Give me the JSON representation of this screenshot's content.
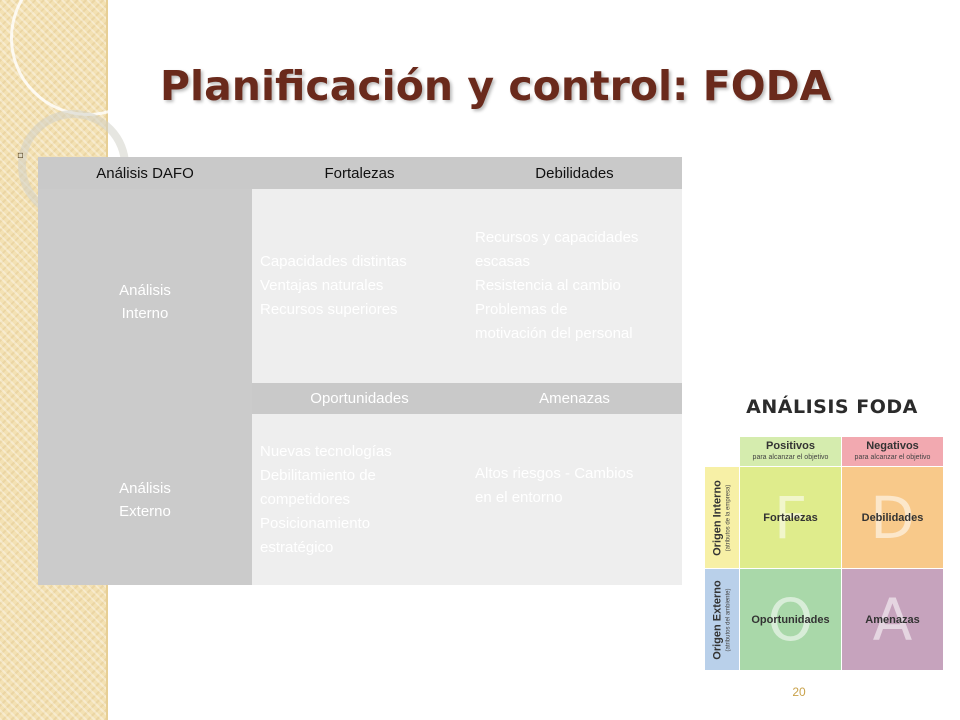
{
  "slide": {
    "title": "Planificación y control: FODA",
    "page_number": "20"
  },
  "dafo_table": {
    "header": [
      "Análisis DAFO",
      "Fortalezas",
      "Debilidades"
    ],
    "internal": {
      "label": "Análisis\nInterno",
      "strengths": [
        "Capacidades distintas",
        "Ventajas naturales",
        "Recursos superiores"
      ],
      "weaknesses": [
        "Recursos y capacidades",
        "escasas",
        "Resistencia al cambio",
        "Problemas de",
        "motivación del personal"
      ]
    },
    "subheader": [
      "Oportunidades",
      "Amenazas"
    ],
    "external": {
      "label": "Análisis\nExterno",
      "opportunities": [
        "Nuevas tecnologías",
        "Debilitamiento de",
        "competidores",
        "Posicionamiento",
        "estratégico"
      ],
      "threats": [
        "Altos riesgos - Cambios",
        "en el entorno"
      ]
    }
  },
  "foda_graphic": {
    "title": "ANÁLISIS FODA",
    "col_headers": [
      {
        "main": "Positivos",
        "sub": "para alcanzar el objetivo",
        "color": "#d5ecae"
      },
      {
        "main": "Negativos",
        "sub": "para alcanzar el objetivo",
        "color": "#f2a9b0"
      }
    ],
    "row_headers": [
      {
        "main": "Origen Interno",
        "sub": "(atributos de la empresa)",
        "color": "#f7f0a6"
      },
      {
        "main": "Origen Externo",
        "sub": "(atributos del ambiente)",
        "color": "#b9d0ea"
      }
    ],
    "quadrants": [
      {
        "letter": "F",
        "label": "Fortalezas",
        "color": "#dfec8c"
      },
      {
        "letter": "D",
        "label": "Debilidades",
        "color": "#f8c98a"
      },
      {
        "letter": "O",
        "label": "Oportunidades",
        "color": "#a9d8a9"
      },
      {
        "letter": "A",
        "label": "Amenazas",
        "color": "#c6a3bd"
      }
    ]
  }
}
